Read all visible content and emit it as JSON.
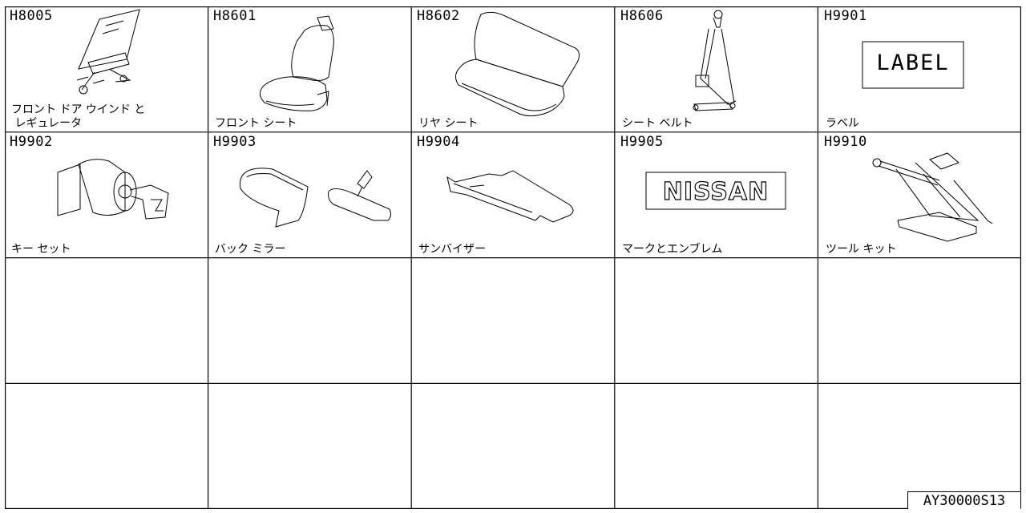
{
  "catalog": {
    "drawing_number": "AY30000S13"
  },
  "parts": [
    {
      "code": "H8005",
      "name": "フロント ドア ウインド と\n レギュレータ",
      "icon": "door-window-regulator-icon"
    },
    {
      "code": "H8601",
      "name": "フロント シート",
      "icon": "front-seat-icon"
    },
    {
      "code": "H8602",
      "name": "リヤ シート",
      "icon": "rear-seat-icon"
    },
    {
      "code": "H8606",
      "name": "シート ベルト",
      "icon": "seat-belt-icon"
    },
    {
      "code": "H9901",
      "name": "ラベル",
      "icon": "label-icon",
      "label_text": "LABEL"
    },
    {
      "code": "H9902",
      "name": "キー セット",
      "icon": "key-set-icon"
    },
    {
      "code": "H9903",
      "name": "バック ミラー",
      "icon": "mirror-icon"
    },
    {
      "code": "H9904",
      "name": "サンバイザー",
      "icon": "sun-visor-icon"
    },
    {
      "code": "H9905",
      "name": "マークとエンブレム",
      "icon": "emblem-icon",
      "label_text": "NISSAN"
    },
    {
      "code": "H9910",
      "name": "ツール キット",
      "icon": "jack-tool-kit-icon"
    }
  ]
}
